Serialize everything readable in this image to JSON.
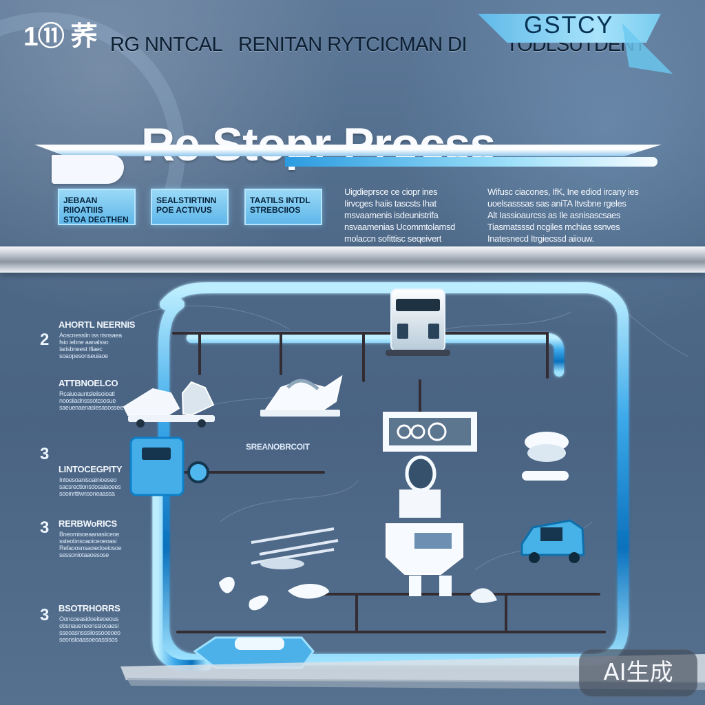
{
  "header": {
    "brand_mark": "1⑪ 荞",
    "top_text_left": "RG NNTCAL",
    "top_text_center": "RENITAN RYTCICMAN DI",
    "top_text_right": "TODLSUTDENT",
    "brand_label": "GSTCY",
    "title": "Re Stopr Procss"
  },
  "cards": [
    {
      "label": "JEBAAN RIIOATIIIS\nSTOA DEGTHEN"
    },
    {
      "label": "SEALSTIRTINN\nPOE ACTIVUS"
    },
    {
      "label": "TAATILS INTDL\nSTREBCIIOS"
    }
  ],
  "descriptions": {
    "left": "Uigdieprsce ce ciopr ines\nIirvcges haiis tascsts Ihat\nmsvaamenis isdeunistrifa\nnsvaamenias Ucommtolamsd\nmolaccn sofittisc seqeivert\nomiafai atcestiacinous.",
    "right": "Wifusc ciacones, IfK, Ine ediod ircany ies\nuoelsasssas sas aniTA Itvsbne rgeles\nAlt Iassioaurcss as Ile asnisascsaes\nTiasmatsssd ncgiles mchias ssnves\nInatesnecd Itrgiecssd aiiouw."
  },
  "process": {
    "steps": [
      {
        "number": "2",
        "title": "AHORTL NEERNIS",
        "body": "Aoscnesslin iss risnsaea\nfsio iebne aanalsso\nIarisbneest tfiaec\nsoaopesonseuiaoe"
      },
      {
        "number": "",
        "title": "ATTBNOELCO",
        "body": "Rcaiuoauntsleiisoioatl\nnoosiiadnsssotcsosue\nsaeuenaenasiesasossee"
      },
      {
        "number": "3",
        "title": "LINTOCEGPITY",
        "body": "Intoesoanisoainioeseo\nsacsrectionsdosaiaoees\nsooinrttiwnsoneaassa"
      },
      {
        "number": "3",
        "title": "RERBWoRICS",
        "body": "Bneomisoeaanasiiceoe\nssteobnsoaoiceoeoasi\nRefaoosnsaoiedoeiosoe\nsessoniotaaoesose"
      },
      {
        "number": "3",
        "title": "BSOTRHORRS",
        "body": "Ooncoeasidoeiteoeous\nobsnaueneonssiooaesi\nsseoasnsssiiossooeoeo\nseonsioaasoeoassisos"
      }
    ],
    "machine_label": "SREANOBRCOIT"
  },
  "watermark": {
    "label": "AI生成"
  },
  "colors": {
    "background": "#4a6688",
    "accent_blue": "#55b9ec",
    "pipe_dark": "#3b3036",
    "white": "#f7fbff"
  },
  "icons": {
    "top_badge": "stylized-logo-icon",
    "pipe_system": "process-pipe-icon",
    "machine_top": "bus-machine-icon",
    "robot": "robot-icon",
    "vehicle": "vehicle-icon",
    "connector": "connector-icon"
  }
}
